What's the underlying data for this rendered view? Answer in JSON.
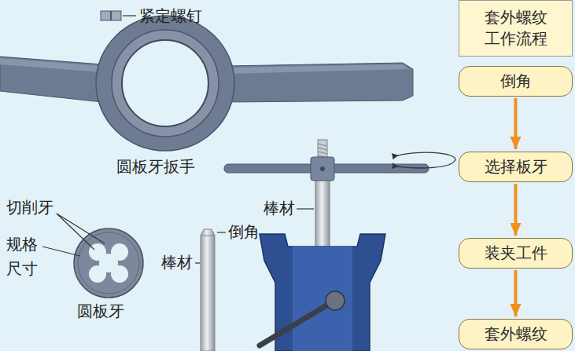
{
  "diagram": {
    "nodes": [
      {
        "text": [
          "套外螺纹 工作流程"
        ]
      },
      {
        "text": [
          "倒角"
        ]
      },
      {
        "text": [
          "选择板牙"
        ]
      },
      {
        "text": [
          "装夹工件"
        ]
      },
      {
        "text": [
          "套外螺纹"
        ]
      }
    ],
    "edges": [
      {
        "from": 1,
        "to": 2,
        "arrow": "to"
      },
      {
        "from": 2,
        "to": 3,
        "arrow": "to"
      },
      {
        "from": 3,
        "to": 4,
        "arrow": "to"
      }
    ],
    "labels": [
      "紧定螺钉",
      "圆板牙扳手",
      "棒材",
      "切削牙",
      "规格 尺寸",
      "倒角",
      "棒材",
      "圆板牙"
    ]
  }
}
